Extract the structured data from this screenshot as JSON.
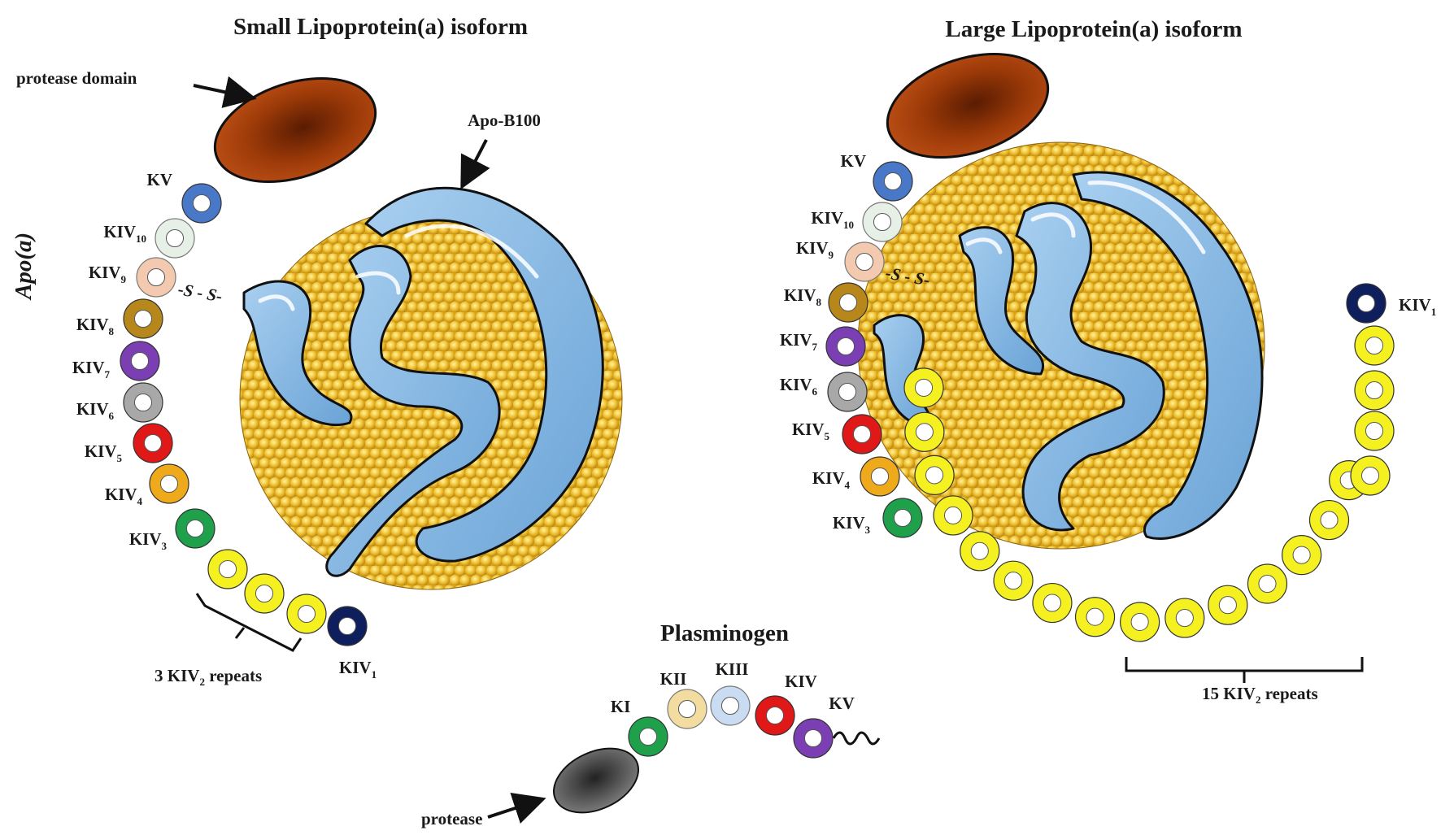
{
  "titles": {
    "small": "Small Lipoprotein(a) isoform",
    "large": "Large Lipoprotein(a) isoform",
    "plasminogen": "Plasminogen"
  },
  "labels": {
    "apo_a": "Apo(a)",
    "apo_b100": "Apo-B100",
    "protease_domain": "protease domain",
    "protease": "protease",
    "disulfide": "-S - S-"
  },
  "small": {
    "kringles": [
      {
        "main": "KV",
        "sub": "",
        "color": "#4a78c8"
      },
      {
        "main": "KIV",
        "sub": "10",
        "color": "#e6f0e6"
      },
      {
        "main": "KIV",
        "sub": "9",
        "color": "#f3c9b0"
      },
      {
        "main": "KIV",
        "sub": "8",
        "color": "#b8871c"
      },
      {
        "main": "KIV",
        "sub": "7",
        "color": "#7b3fb3"
      },
      {
        "main": "KIV",
        "sub": "6",
        "color": "#a8a8a8"
      },
      {
        "main": "KIV",
        "sub": "5",
        "color": "#e01818"
      },
      {
        "main": "KIV",
        "sub": "4",
        "color": "#efaa1c"
      },
      {
        "main": "KIV",
        "sub": "3",
        "color": "#1fa04a"
      },
      {
        "main": "KIV",
        "sub": "1",
        "color": "#0f1f5e"
      }
    ],
    "repeat_count": 3,
    "repeats": {
      "pre": "3 KIV",
      "sub": "2",
      "post": " repeats"
    }
  },
  "large": {
    "kringles": [
      {
        "main": "KV",
        "sub": "",
        "color": "#4a78c8"
      },
      {
        "main": "KIV",
        "sub": "10",
        "color": "#e6f0e6"
      },
      {
        "main": "KIV",
        "sub": "9",
        "color": "#f3c9b0"
      },
      {
        "main": "KIV",
        "sub": "8",
        "color": "#b8871c"
      },
      {
        "main": "KIV",
        "sub": "7",
        "color": "#7b3fb3"
      },
      {
        "main": "KIV",
        "sub": "6",
        "color": "#a8a8a8"
      },
      {
        "main": "KIV",
        "sub": "5",
        "color": "#e01818"
      },
      {
        "main": "KIV",
        "sub": "4",
        "color": "#efaa1c"
      },
      {
        "main": "KIV",
        "sub": "3",
        "color": "#1fa04a"
      },
      {
        "main": "KIV",
        "sub": "1",
        "color": "#0f1f5e"
      }
    ],
    "repeat_count": 15,
    "repeats": {
      "pre": "15 KIV",
      "sub": "2",
      "post": " repeats"
    }
  },
  "plasminogen": {
    "kringles": [
      {
        "main": "KI",
        "color": "#1fa04a"
      },
      {
        "main": "KII",
        "color": "#f3dca0"
      },
      {
        "main": "KIII",
        "color": "#c9dcf2"
      },
      {
        "main": "KIV",
        "color": "#e01818"
      },
      {
        "main": "KV",
        "color": "#7b3fb3"
      }
    ]
  },
  "colors": {
    "kiv2_repeat": "#f5f020",
    "apo_b100": "#7fb3df",
    "lipid_core": "#f0c030",
    "protease_domain": "#9c3a08",
    "plasminogen_protease": "#555555"
  }
}
